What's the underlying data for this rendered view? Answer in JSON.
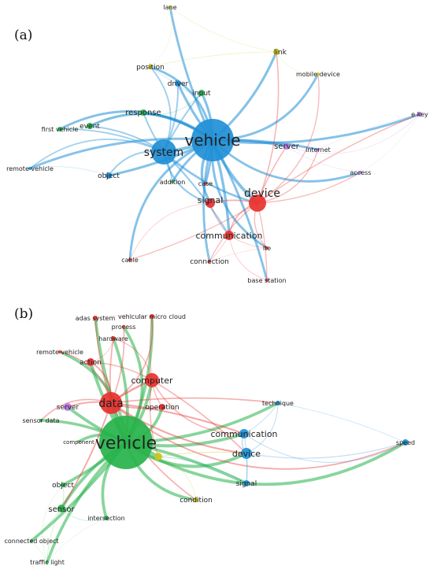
{
  "colors": {
    "red": "#e8312f",
    "green": "#27b34b",
    "blue": "#1f8fd6",
    "yellow": "#c9c41c",
    "purple": "#b673e6",
    "lightgreen": "#6ccf6c"
  },
  "panels": [
    {
      "label": "(a)",
      "nodes": [
        {
          "id": "vehicle",
          "label": "vehicle",
          "color": "blue"
        },
        {
          "id": "system",
          "label": "system",
          "color": "blue"
        },
        {
          "id": "device",
          "label": "device",
          "color": "red"
        },
        {
          "id": "signal",
          "label": "signal",
          "color": "red"
        },
        {
          "id": "communication",
          "label": "communication",
          "color": "red"
        },
        {
          "id": "connection",
          "label": "connection",
          "color": "red"
        },
        {
          "id": "cable",
          "label": "cable",
          "color": "red"
        },
        {
          "id": "lte",
          "label": "lte",
          "color": "red"
        },
        {
          "id": "base_station",
          "label": "base station",
          "color": "red"
        },
        {
          "id": "case",
          "label": "case",
          "color": "red"
        },
        {
          "id": "addition",
          "label": "addition",
          "color": "green"
        },
        {
          "id": "response",
          "label": "response",
          "color": "green"
        },
        {
          "id": "event",
          "label": "event",
          "color": "green"
        },
        {
          "id": "first_vehicle",
          "label": "first vehicle",
          "color": "green"
        },
        {
          "id": "input",
          "label": "input",
          "color": "green"
        },
        {
          "id": "driver",
          "label": "driver",
          "color": "blue"
        },
        {
          "id": "object",
          "label": "object",
          "color": "blue"
        },
        {
          "id": "remote_vehicle",
          "label": "remote vehicle",
          "color": "blue"
        },
        {
          "id": "position",
          "label": "position",
          "color": "yellow"
        },
        {
          "id": "lane",
          "label": "lane",
          "color": "yellow"
        },
        {
          "id": "link",
          "label": "link",
          "color": "yellow"
        },
        {
          "id": "mobile_device",
          "label": "mobile device",
          "color": "yellow"
        },
        {
          "id": "server",
          "label": "server",
          "color": "purple"
        },
        {
          "id": "internet",
          "label": "internet",
          "color": "purple"
        },
        {
          "id": "access",
          "label": "access",
          "color": "purple"
        },
        {
          "id": "e_key",
          "label": "e key",
          "color": "purple"
        }
      ],
      "edges": [
        [
          "vehicle",
          "system"
        ],
        [
          "vehicle",
          "device"
        ],
        [
          "vehicle",
          "signal"
        ],
        [
          "vehicle",
          "communication"
        ],
        [
          "vehicle",
          "response"
        ],
        [
          "vehicle",
          "event"
        ],
        [
          "vehicle",
          "driver"
        ],
        [
          "vehicle",
          "input"
        ],
        [
          "vehicle",
          "position"
        ],
        [
          "vehicle",
          "lane"
        ],
        [
          "vehicle",
          "link"
        ],
        [
          "vehicle",
          "mobile_device"
        ],
        [
          "vehicle",
          "server"
        ],
        [
          "vehicle",
          "e_key"
        ],
        [
          "vehicle",
          "access"
        ],
        [
          "vehicle",
          "object"
        ],
        [
          "vehicle",
          "remote_vehicle"
        ],
        [
          "vehicle",
          "first_vehicle"
        ],
        [
          "vehicle",
          "internet"
        ],
        [
          "vehicle",
          "connection"
        ],
        [
          "vehicle",
          "cable"
        ],
        [
          "vehicle",
          "case"
        ],
        [
          "vehicle",
          "addition"
        ],
        [
          "vehicle",
          "lte"
        ],
        [
          "vehicle",
          "base_station"
        ],
        [
          "system",
          "device"
        ],
        [
          "system",
          "signal"
        ],
        [
          "system",
          "response"
        ],
        [
          "system",
          "event"
        ],
        [
          "system",
          "object"
        ],
        [
          "system",
          "input"
        ],
        [
          "system",
          "driver"
        ],
        [
          "system",
          "position"
        ],
        [
          "system",
          "communication"
        ],
        [
          "system",
          "first_vehicle"
        ],
        [
          "system",
          "remote_vehicle"
        ],
        [
          "system",
          "addition"
        ],
        [
          "device",
          "signal"
        ],
        [
          "device",
          "communication"
        ],
        [
          "device",
          "server"
        ],
        [
          "device",
          "connection"
        ],
        [
          "device",
          "lte"
        ],
        [
          "device",
          "base_station"
        ],
        [
          "device",
          "link"
        ],
        [
          "device",
          "mobile_device"
        ],
        [
          "device",
          "e_key"
        ],
        [
          "device",
          "access"
        ],
        [
          "device",
          "internet"
        ],
        [
          "device",
          "cable"
        ],
        [
          "signal",
          "communication"
        ],
        [
          "signal",
          "cable"
        ],
        [
          "communication",
          "connection"
        ],
        [
          "communication",
          "lte"
        ],
        [
          "communication",
          "base_station"
        ],
        [
          "connection",
          "lte"
        ],
        [
          "response",
          "event"
        ],
        [
          "response",
          "input"
        ],
        [
          "event",
          "first_vehicle"
        ],
        [
          "object",
          "remote_vehicle"
        ],
        [
          "position",
          "lane"
        ],
        [
          "position",
          "link"
        ],
        [
          "lane",
          "link"
        ],
        [
          "link",
          "mobile_device"
        ],
        [
          "server",
          "internet"
        ],
        [
          "server",
          "access"
        ],
        [
          "server",
          "e_key"
        ],
        [
          "internet",
          "e_key"
        ],
        [
          "access",
          "e_key"
        ],
        [
          "driver",
          "input"
        ],
        [
          "driver",
          "position"
        ]
      ]
    },
    {
      "label": "(b)",
      "nodes": [
        {
          "id": "vehicle",
          "label": "vehicle",
          "color": "green"
        },
        {
          "id": "data",
          "label": "data",
          "color": "red"
        },
        {
          "id": "computer",
          "label": "computer",
          "color": "red"
        },
        {
          "id": "operation",
          "label": "operation",
          "color": "red"
        },
        {
          "id": "action",
          "label": "action",
          "color": "red"
        },
        {
          "id": "hardware",
          "label": "hardware",
          "color": "red"
        },
        {
          "id": "process",
          "label": "process",
          "color": "red"
        },
        {
          "id": "adas_system",
          "label": "adas system",
          "color": "red"
        },
        {
          "id": "vehicular_micro_cloud",
          "label": "vehicular micro cloud",
          "color": "red"
        },
        {
          "id": "remote_vehicle",
          "label": "remote vehicle",
          "color": "red"
        },
        {
          "id": "server",
          "label": "server",
          "color": "purple"
        },
        {
          "id": "sensor_data",
          "label": "sensor data",
          "color": "green"
        },
        {
          "id": "component",
          "label": "component",
          "color": "lightgreen"
        },
        {
          "id": "object",
          "label": "object",
          "color": "green"
        },
        {
          "id": "sensor",
          "label": "sensor",
          "color": "green"
        },
        {
          "id": "intersection",
          "label": "intersection",
          "color": "green"
        },
        {
          "id": "connected_object",
          "label": "connected object",
          "color": "green"
        },
        {
          "id": "traffic_light",
          "label": "traffic light",
          "color": "green"
        },
        {
          "id": "condition",
          "label": "condition",
          "color": "yellow"
        },
        {
          "id": "yellow_hub",
          "label": "",
          "color": "yellow"
        },
        {
          "id": "communication",
          "label": "communication",
          "color": "blue"
        },
        {
          "id": "device",
          "label": "device",
          "color": "blue"
        },
        {
          "id": "signal",
          "label": "signal",
          "color": "blue"
        },
        {
          "id": "technique",
          "label": "technique",
          "color": "blue"
        },
        {
          "id": "speed",
          "label": "speed",
          "color": "blue"
        }
      ],
      "edges": [
        [
          "vehicle",
          "data"
        ],
        [
          "vehicle",
          "computer"
        ],
        [
          "vehicle",
          "operation"
        ],
        [
          "vehicle",
          "action"
        ],
        [
          "vehicle",
          "hardware"
        ],
        [
          "vehicle",
          "process"
        ],
        [
          "vehicle",
          "adas_system"
        ],
        [
          "vehicle",
          "vehicular_micro_cloud"
        ],
        [
          "vehicle",
          "remote_vehicle"
        ],
        [
          "vehicle",
          "server"
        ],
        [
          "vehicle",
          "sensor_data"
        ],
        [
          "vehicle",
          "component"
        ],
        [
          "vehicle",
          "object"
        ],
        [
          "vehicle",
          "sensor"
        ],
        [
          "vehicle",
          "intersection"
        ],
        [
          "vehicle",
          "connected_object"
        ],
        [
          "vehicle",
          "traffic_light"
        ],
        [
          "vehicle",
          "condition"
        ],
        [
          "vehicle",
          "yellow_hub"
        ],
        [
          "vehicle",
          "communication"
        ],
        [
          "vehicle",
          "device"
        ],
        [
          "vehicle",
          "signal"
        ],
        [
          "vehicle",
          "technique"
        ],
        [
          "vehicle",
          "speed"
        ],
        [
          "data",
          "computer"
        ],
        [
          "data",
          "operation"
        ],
        [
          "data",
          "action"
        ],
        [
          "data",
          "hardware"
        ],
        [
          "data",
          "server"
        ],
        [
          "data",
          "sensor_data"
        ],
        [
          "data",
          "communication"
        ],
        [
          "data",
          "device"
        ],
        [
          "data",
          "vehicular_micro_cloud"
        ],
        [
          "data",
          "adas_system"
        ],
        [
          "data",
          "process"
        ],
        [
          "data",
          "remote_vehicle"
        ],
        [
          "data",
          "sensor"
        ],
        [
          "data",
          "condition"
        ],
        [
          "data",
          "speed"
        ],
        [
          "data",
          "technique"
        ],
        [
          "computer",
          "operation"
        ],
        [
          "computer",
          "hardware"
        ],
        [
          "computer",
          "vehicular_micro_cloud"
        ],
        [
          "computer",
          "action"
        ],
        [
          "computer",
          "communication"
        ],
        [
          "computer",
          "device"
        ],
        [
          "computer",
          "yellow_hub"
        ],
        [
          "communication",
          "device"
        ],
        [
          "communication",
          "signal"
        ],
        [
          "communication",
          "technique"
        ],
        [
          "communication",
          "speed"
        ],
        [
          "device",
          "signal"
        ],
        [
          "device",
          "speed"
        ],
        [
          "device",
          "technique"
        ],
        [
          "technique",
          "speed"
        ],
        [
          "sensor",
          "object"
        ],
        [
          "sensor",
          "intersection"
        ],
        [
          "sensor",
          "connected_object"
        ],
        [
          "sensor",
          "traffic_light"
        ],
        [
          "object",
          "traffic_light"
        ],
        [
          "connected_object",
          "traffic_light"
        ],
        [
          "intersection",
          "traffic_light"
        ],
        [
          "condition",
          "yellow_hub"
        ],
        [
          "yellow_hub",
          "device"
        ],
        [
          "signal",
          "yellow_hub"
        ],
        [
          "action",
          "hardware"
        ],
        [
          "adas_system",
          "vehicular_micro_cloud"
        ]
      ]
    }
  ]
}
